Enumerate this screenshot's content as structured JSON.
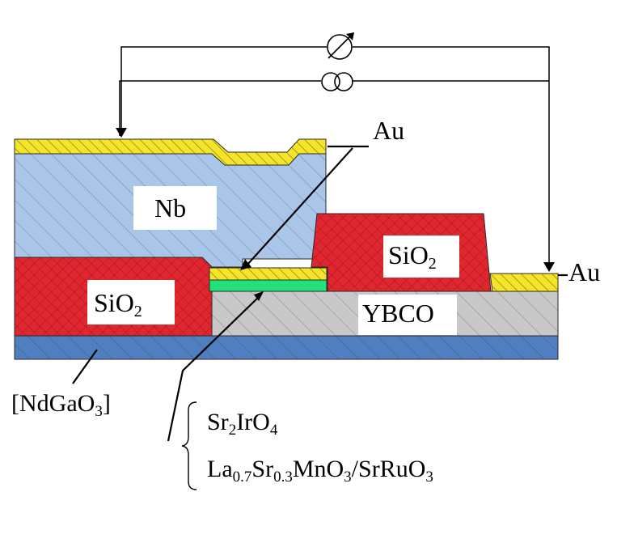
{
  "labels": {
    "au_top": "Au",
    "au_right": "Au",
    "nb": "Nb",
    "sio2_left_main": "SiO",
    "sio2_left_sub": "2",
    "sio2_right_main": "SiO",
    "sio2_right_sub": "2",
    "ybco": "YBCO"
  },
  "substrate": {
    "open": "[",
    "p1": "NdGaO",
    "p1_sub": "3",
    "close": "]"
  },
  "interlayers": {
    "line1": {
      "a": "Sr",
      "a_sub": "2",
      "b": "IrO",
      "b_sub": "4"
    },
    "line2": {
      "a": "La",
      "a_sub": "0.7",
      "b": "Sr",
      "b_sub": "0.3",
      "c": "MnO",
      "c_sub": "3",
      "d": "/SrRuO",
      "d_sub": "3"
    }
  },
  "colors": {
    "nb": "#a9c6e8",
    "sio2": "#e0262e",
    "ybco": "#c8c8c8",
    "substrate": "#4f7fc0",
    "gold": "#f4e42a",
    "interlayer": "#22e07a"
  },
  "icons": {
    "voltmeter": "voltmeter-icon",
    "current_source": "current-source-icon"
  }
}
